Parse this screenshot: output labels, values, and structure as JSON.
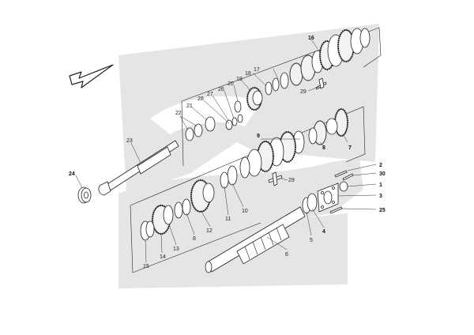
{
  "colors": {
    "watermark": "#e5e5e5",
    "line": "#222222",
    "background": "#ffffff"
  },
  "callouts": [
    {
      "id": "c16",
      "text": "16"
    },
    {
      "id": "c17",
      "text": "17"
    },
    {
      "id": "c18",
      "text": "18"
    },
    {
      "id": "c19",
      "text": "19"
    },
    {
      "id": "c20",
      "text": "20"
    },
    {
      "id": "c26",
      "text": "26"
    },
    {
      "id": "c27",
      "text": "27"
    },
    {
      "id": "c28",
      "text": "28"
    },
    {
      "id": "c21",
      "text": "21"
    },
    {
      "id": "c22",
      "text": "22"
    },
    {
      "id": "c23",
      "text": "23"
    },
    {
      "id": "c24",
      "text": "24"
    },
    {
      "id": "c29a",
      "text": "29"
    },
    {
      "id": "c9",
      "text": "9"
    },
    {
      "id": "c8a",
      "text": "8"
    },
    {
      "id": "c7",
      "text": "7"
    },
    {
      "id": "c29b",
      "text": "29"
    },
    {
      "id": "c2",
      "text": "2"
    },
    {
      "id": "c30",
      "text": "30"
    },
    {
      "id": "c1",
      "text": "1"
    },
    {
      "id": "c3",
      "text": "3"
    },
    {
      "id": "c25",
      "text": "25"
    },
    {
      "id": "c4",
      "text": "4"
    },
    {
      "id": "c5",
      "text": "5"
    },
    {
      "id": "c6",
      "text": "6"
    },
    {
      "id": "c10",
      "text": "10"
    },
    {
      "id": "c11",
      "text": "11"
    },
    {
      "id": "c12",
      "text": "12"
    },
    {
      "id": "c8b",
      "text": "8"
    },
    {
      "id": "c13",
      "text": "13"
    },
    {
      "id": "c14",
      "text": "14"
    },
    {
      "id": "c15",
      "text": "15"
    }
  ]
}
